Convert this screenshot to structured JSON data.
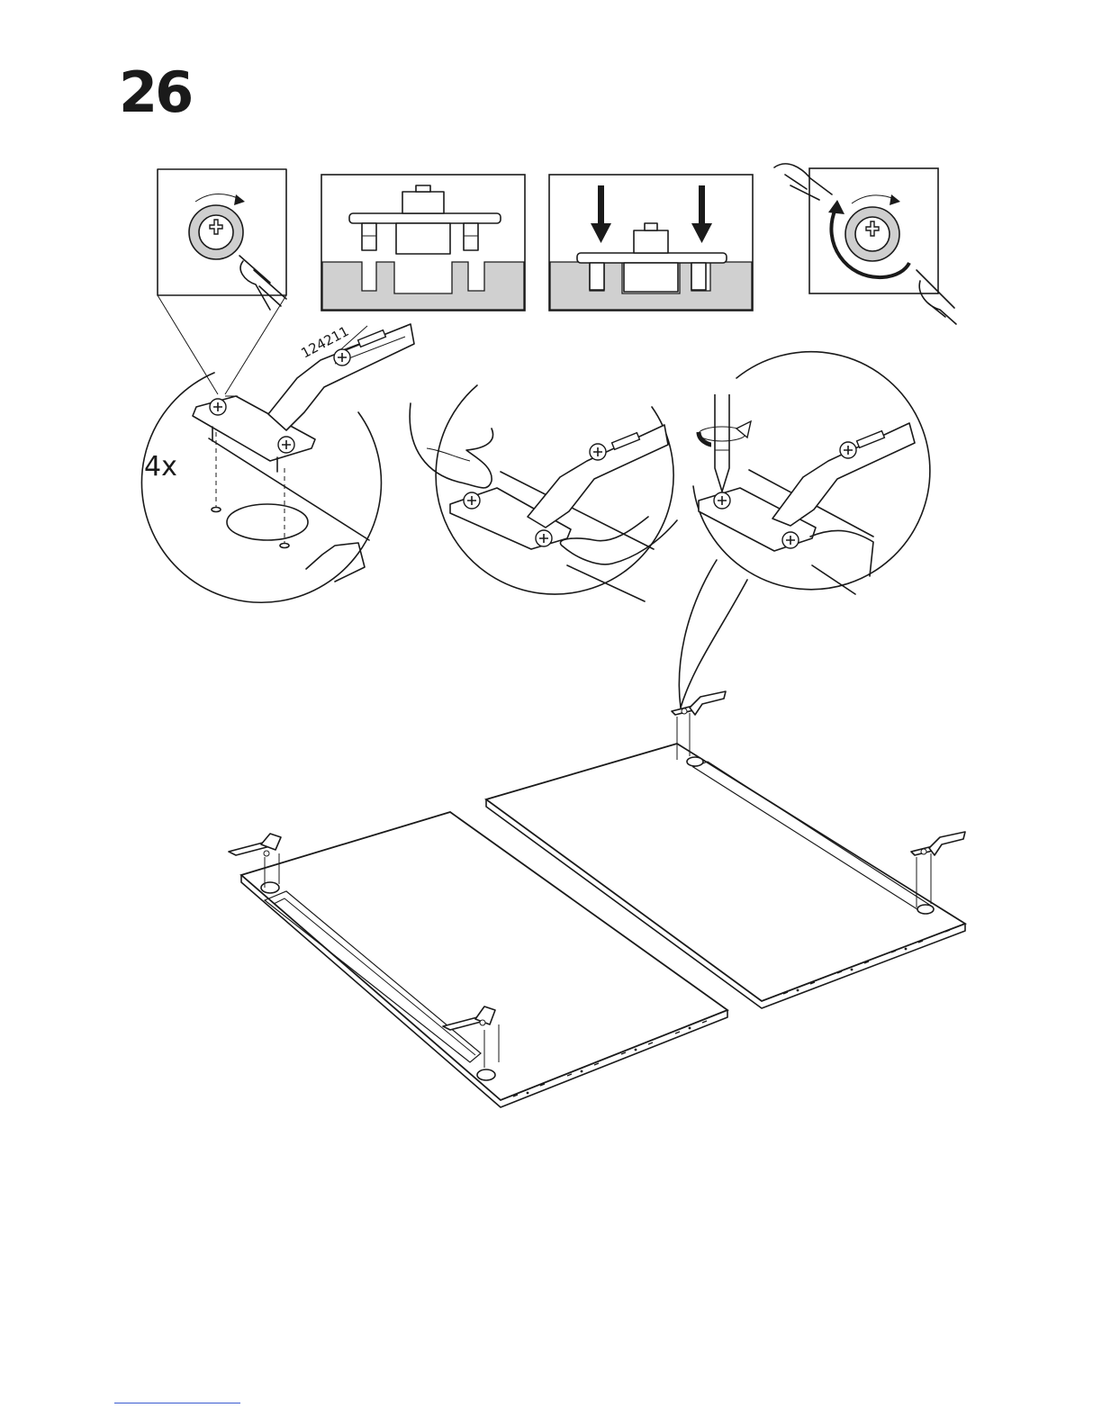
{
  "step": {
    "number": "26"
  },
  "labels": {
    "quantity": "4x",
    "part_number": "124211"
  },
  "icons": [
    "hand-icon",
    "screwdriver-icon",
    "rotate-arrow-icon",
    "down-arrow-icon",
    "phillips-screw-icon"
  ],
  "colors": {
    "ink": "#1a1a1a",
    "surface_grey": "#d0d0d0",
    "paper": "#ffffff"
  }
}
